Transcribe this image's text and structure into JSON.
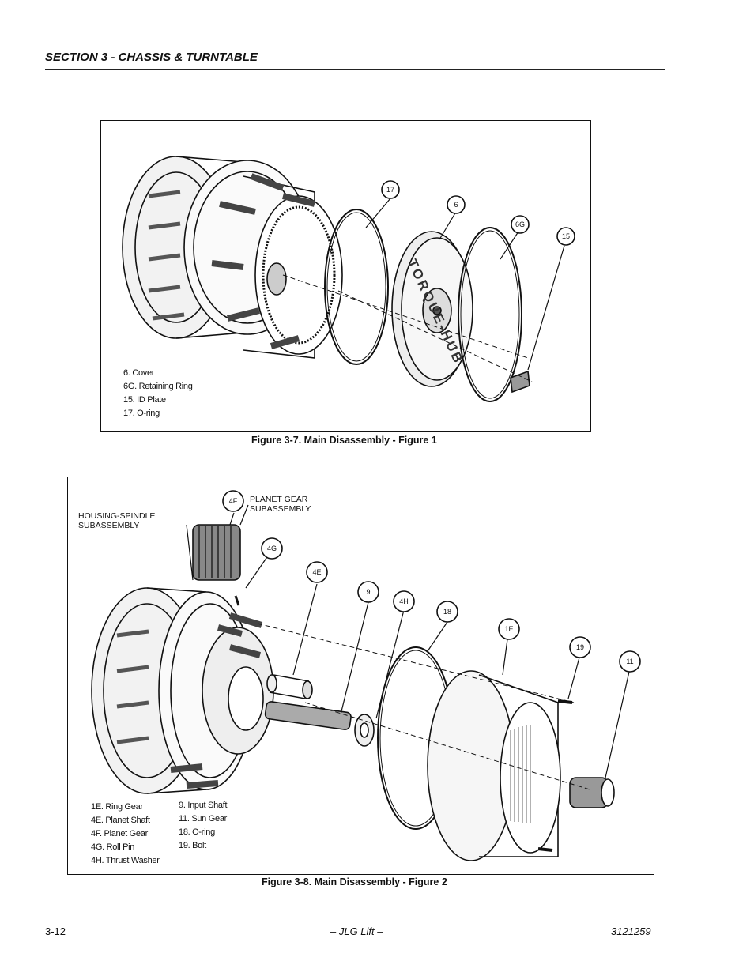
{
  "header": {
    "section_title": "SECTION 3 - CHASSIS & TURNTABLE"
  },
  "figure1": {
    "caption": "Figure 3-7.  Main Disassembly - Figure 1",
    "callouts": [
      "17",
      "6",
      "6G",
      "15"
    ],
    "hub_text": "TORQUE-HUB",
    "legend": [
      "6.  Cover",
      "6G. Retaining Ring",
      "15.  ID Plate",
      "17.  O-ring"
    ]
  },
  "figure2": {
    "caption": "Figure 3-8.  Main Disassembly - Figure 2",
    "labels": {
      "housing": "HOUSING-SPINDLE SUBASSEMBLY",
      "planet": "PLANET GEAR SUBASSEMBLY"
    },
    "callouts": [
      "4F",
      "4G",
      "4E",
      "9",
      "4H",
      "18",
      "1E",
      "19",
      "11"
    ],
    "legend_left": [
      "1E.  Ring Gear",
      "4E. Planet Shaft",
      "4F. Planet Gear",
      "4G. Roll Pin",
      "4H. Thrust Washer"
    ],
    "legend_right": [
      "9.   Input Shaft",
      "11.  Sun Gear",
      "18.  O-ring",
      "19.  Bolt"
    ]
  },
  "footer": {
    "page_number": "3-12",
    "center": "– JLG Lift –",
    "doc_number": "3121259"
  }
}
